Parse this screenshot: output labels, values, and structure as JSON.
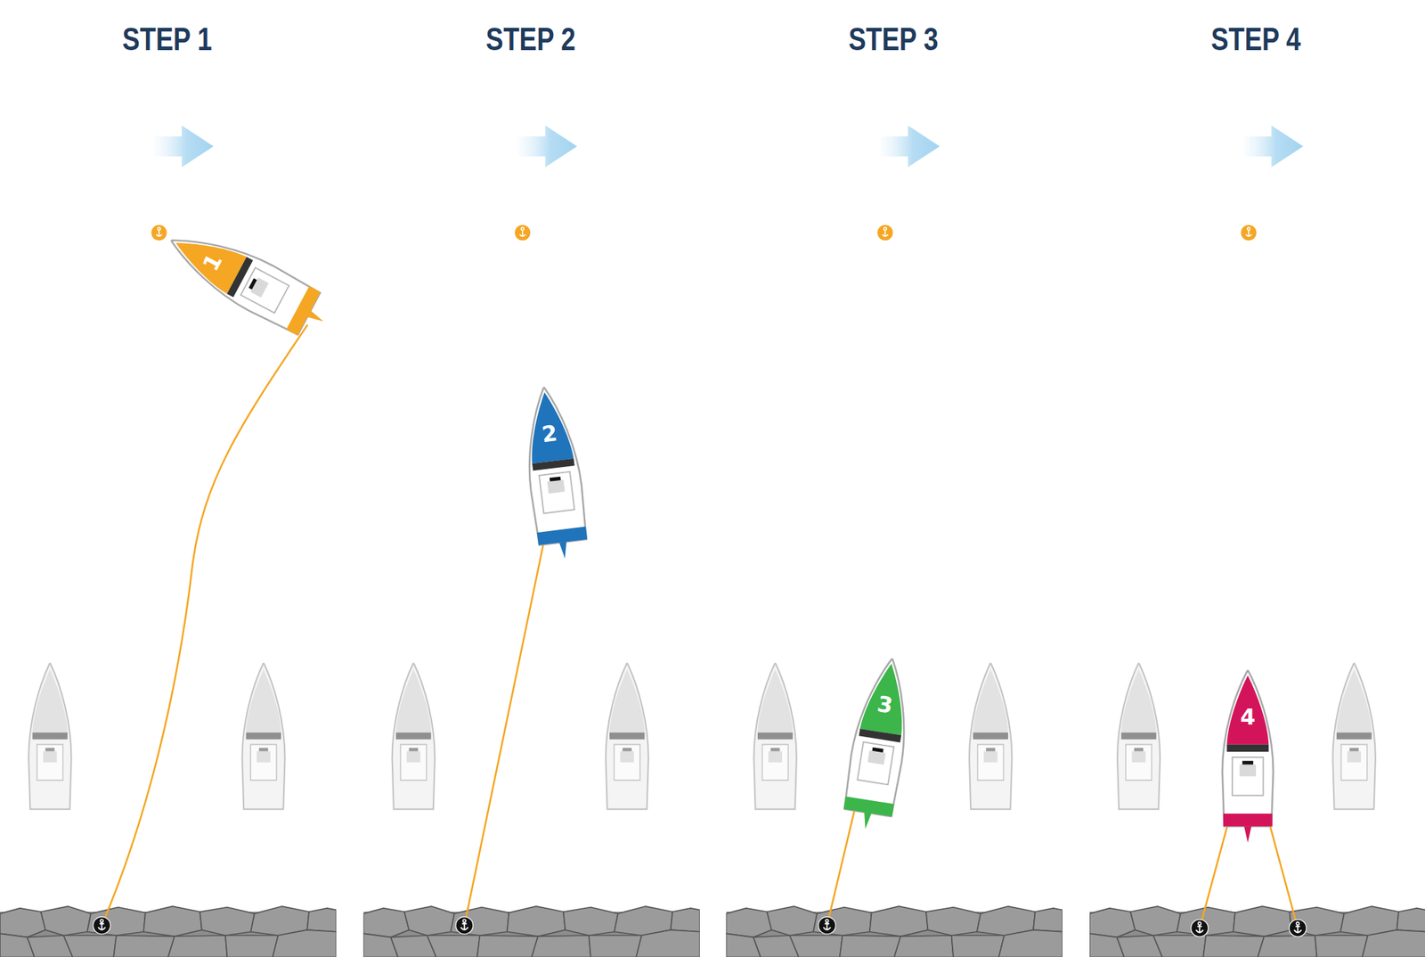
{
  "diagram": {
    "nodes": [
      {
        "text": [
          "1"
        ]
      },
      {
        "text": [
          "2"
        ]
      },
      {
        "text": [
          "3"
        ]
      },
      {
        "text": [
          "4"
        ]
      }
    ],
    "labels": [
      "STEP 1",
      "STEP 2",
      "STEP 3",
      "STEP 4"
    ]
  }
}
